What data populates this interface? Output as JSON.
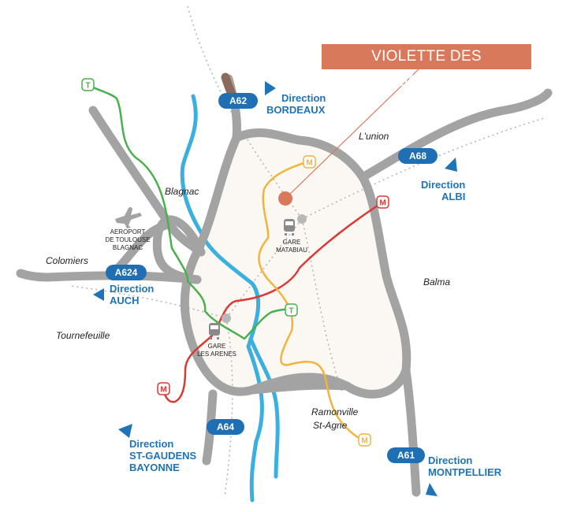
{
  "destination": {
    "label": "VIOLETTE DES FAUBOURGS",
    "color": "#d9795b"
  },
  "roads": [
    {
      "id": "a62",
      "label": "A62"
    },
    {
      "id": "a68",
      "label": "A68"
    },
    {
      "id": "a624",
      "label": "A624"
    },
    {
      "id": "a64",
      "label": "A64"
    },
    {
      "id": "a61",
      "label": "A61"
    }
  ],
  "directions": {
    "bordeaux": {
      "line1": "Direction",
      "line2": "BORDEAUX"
    },
    "albi": {
      "line1": "Direction",
      "line2": "ALBI"
    },
    "auch": {
      "line1": "Direction",
      "line2": "AUCH"
    },
    "stgaudens": {
      "line1": "Direction",
      "line2": "ST-GAUDENS",
      "line3": "BAYONNE"
    },
    "montpellier": {
      "line1": "Direction",
      "line2": "MONTPELLIER"
    }
  },
  "places": {
    "lunion": "L'union",
    "blagnac": "Blagnac",
    "colomiers": "Colomiers",
    "balma": "Balma",
    "tournefeuille": "Tournefeuille",
    "ramonville_1": "Ramonville",
    "ramonville_2": "St-Agne"
  },
  "airport": {
    "line1": "AEROPORT",
    "line2": "DE TOULOUSE",
    "line3": "BLAGNAC"
  },
  "stations": {
    "matabiau": {
      "line1": "GARE",
      "line2": "MATABIAU"
    },
    "arenes": {
      "line1": "GARE",
      "line2": "LES ARENES"
    }
  },
  "transit_markers": {
    "metro": "M",
    "tram": "T"
  },
  "colors": {
    "road": "#a3a3a3",
    "ring_fill": "#fbf8f3",
    "highway_badge": "#1f6fb4",
    "direction_text": "#1f73b7",
    "river": "#3bb0e0",
    "metro_a": "#d93a35",
    "metro_b": "#f2b43b",
    "tram": "#4aaf4d",
    "a62_stub": "#8b6a5b"
  }
}
